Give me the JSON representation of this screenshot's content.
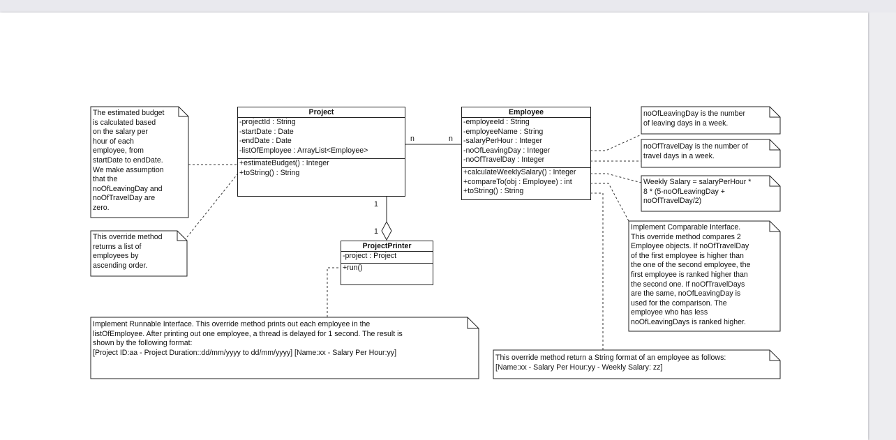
{
  "classes": {
    "project": {
      "name": "Project",
      "attributes": [
        "-projectId : String",
        "-startDate : Date",
        "-endDate : Date",
        "-listOfEmployee : ArrayList<Employee>"
      ],
      "methods": [
        "+estimateBudget() : Integer",
        "+toString() : String"
      ]
    },
    "employee": {
      "name": "Employee",
      "attributes": [
        "-employeeId : String",
        "-employeeName : String",
        "-salaryPerHour : Integer",
        "-noOfLeavingDay : Integer",
        "-noOfTravelDay : Integer"
      ],
      "methods": [
        "+calculateWeeklySalary() : Integer",
        "+compareTo(obj : Employee) : int",
        "+toString() : String"
      ]
    },
    "projectPrinter": {
      "name": "ProjectPrinter",
      "attributes": [
        "-project : Project"
      ],
      "methods": [
        "+run()"
      ]
    }
  },
  "multiplicities": {
    "project_employee_left": "n",
    "project_employee_right": "n",
    "project_printer_top": "1",
    "project_printer_bottom": "1"
  },
  "notes": {
    "budget": [
      "The estimated budget",
      "is calculated based",
      "on the salary per",
      "hour of each",
      "employee, from",
      "startDate to endDate.",
      "We make assumption",
      "that the",
      "noOfLeavingDay and",
      "noOfTravelDay are",
      "zero."
    ],
    "toStringProject": [
      "This override method",
      "returns a list of",
      "employees by",
      "ascending order."
    ],
    "runnable": [
      "Implement Runnable Interface. This override method prints out each employee in the",
      "listOfEmployee. After printing out one employee, a thread is delayed for 1 second. The result is",
      "shown by the following format:",
      "[Project ID:aa - Project Duration::dd/mm/yyyy to dd/mm/yyyy] [Name:xx - Salary Per Hour:yy]"
    ],
    "leaving": [
      "noOfLeavingDay is the number",
      "of leaving days in a week."
    ],
    "travel": [
      "noOfTravelDay is the number of",
      "travel days in a week."
    ],
    "weekly": [
      "Weekly Salary = salaryPerHour *",
      "8 * (5-noOfLeavingDay +",
      "noOfTravelDay/2)"
    ],
    "comparable": [
      "Implement Comparable Interface.",
      "This override method compares 2",
      "Employee objects. If noOfTravelDay",
      "of the first employee is higher than",
      "the one of the second employee, the",
      "first employee is ranked higher than",
      "the second one. If noOfTravelDays",
      "are the same, noOfLeavingDay is",
      "used for the comparison. The",
      "employee who has less",
      "noOfLeavingDays is ranked higher."
    ],
    "toStringEmployee": [
      "This override method return a String format of an employee as follows:",
      "[Name:xx - Salary Per Hour:yy - Weekly Salary: zz]"
    ]
  }
}
